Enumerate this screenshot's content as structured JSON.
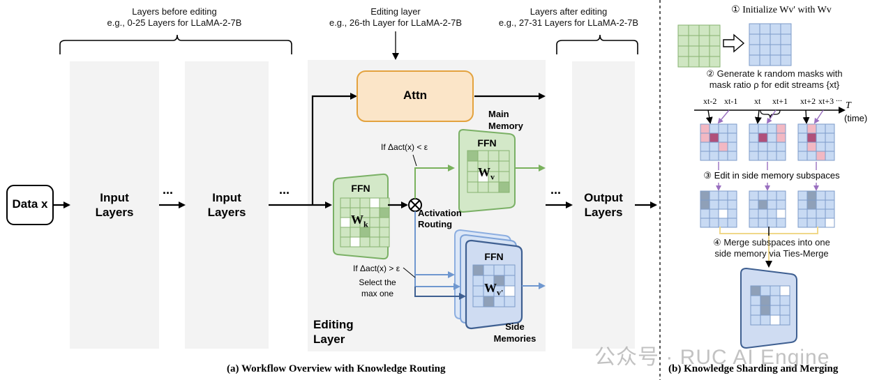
{
  "left_panel": {
    "before_note": {
      "line1": "Layers before editing",
      "line2": "e.g., 0-25 Layers for LLaMA-2-7B"
    },
    "edit_note": {
      "line1": "Editing layer",
      "line2": "e.g., 26-th Layer for LLaMA-2-7B"
    },
    "after_note": {
      "line1": "Layers after editing",
      "line2": "e.g., 27-31 Layers for LLaMA-2-7B"
    },
    "data_x": "Data x",
    "input_layers_1": "Input Layers",
    "input_layers_2": "Input Layers",
    "output_layers": "Output Layers",
    "ellipsis": "...",
    "attn": "Attn",
    "main_memory": "Main Memory",
    "ffn": "FFN",
    "w_k": "W",
    "w_k_sub": "k",
    "w_v": "W",
    "w_v_sub": "v",
    "w_vp": "W",
    "w_vp_sub": "v'",
    "cond_less": "If Δact(x) < ε",
    "cond_greater": "If Δact(x) > ε",
    "select_max": "Select the max one",
    "activation_routing": "Activation Routing",
    "side_memories": "Side Memories",
    "editing_layer_label": "Editing Layer",
    "caption": "(a) Workflow Overview with Knowledge Routing"
  },
  "right_panel": {
    "step1": "① Initialize Wv' with Wv",
    "step2_line1": "② Generate k random masks with",
    "step2_line2": "mask ratio ρ for edit streams {xt}",
    "timeline_labels": [
      "xt-2",
      "xt-1",
      "xt",
      "xt+1",
      "xt+2",
      "xt+3",
      "..."
    ],
    "time_T": "T",
    "time_label": "(time)",
    "step3": "③ Edit in side memory subspaces",
    "step4_line1": "④ Merge subspaces into one",
    "step4_line2": "side memory via Ties-Merge",
    "caption": "(b) Knowledge Sharding and Merging"
  },
  "watermark": "公众号 · RUC AI Engine",
  "colors": {
    "attn_fill": "#fbe5c8",
    "attn_stroke": "#e3a23e",
    "ffn_fill": "#d3e8c8",
    "ffn_stroke": "#7ab065",
    "side_fill": "#cfdcf2",
    "side_stroke": "#4a6fa5",
    "green_line": "#79b15c",
    "blue_line": "#6f97cf",
    "dark_blue_line": "#3e5f91",
    "panel_bg": "#f3f3f3",
    "grid_blue": "#c8daf3",
    "grid_green": "#cfe6c2",
    "mask_pink": "#f2b8c3",
    "mask_dark": "#b0507a"
  }
}
